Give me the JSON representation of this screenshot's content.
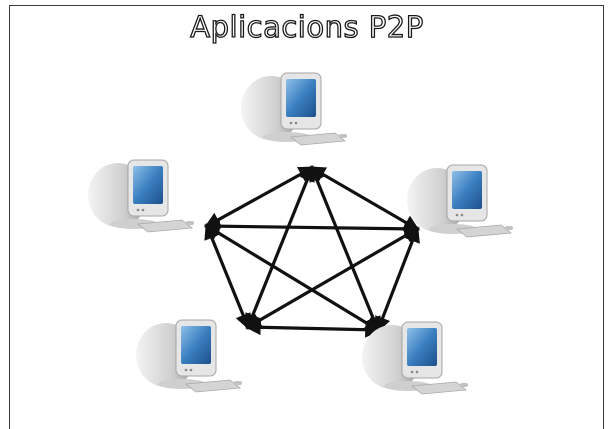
{
  "title": "Aplicacions P2P",
  "nodes": [
    {
      "id": "top",
      "icon": "desktop-computer-icon"
    },
    {
      "id": "left",
      "icon": "desktop-computer-icon"
    },
    {
      "id": "right",
      "icon": "desktop-computer-icon"
    },
    {
      "id": "bottom-left",
      "icon": "desktop-computer-icon"
    },
    {
      "id": "bottom-right",
      "icon": "desktop-computer-icon"
    }
  ],
  "edges": [
    [
      "top",
      "left"
    ],
    [
      "top",
      "right"
    ],
    [
      "top",
      "bottom-left"
    ],
    [
      "top",
      "bottom-right"
    ],
    [
      "left",
      "right"
    ],
    [
      "left",
      "bottom-left"
    ],
    [
      "left",
      "bottom-right"
    ],
    [
      "right",
      "bottom-left"
    ],
    [
      "right",
      "bottom-right"
    ],
    [
      "bottom-left",
      "bottom-right"
    ]
  ],
  "colors": {
    "arrow": "#111111",
    "monitor_body": "#d9d9d9",
    "screen": "#3b7fc0",
    "frame": "#3a3a3a"
  }
}
